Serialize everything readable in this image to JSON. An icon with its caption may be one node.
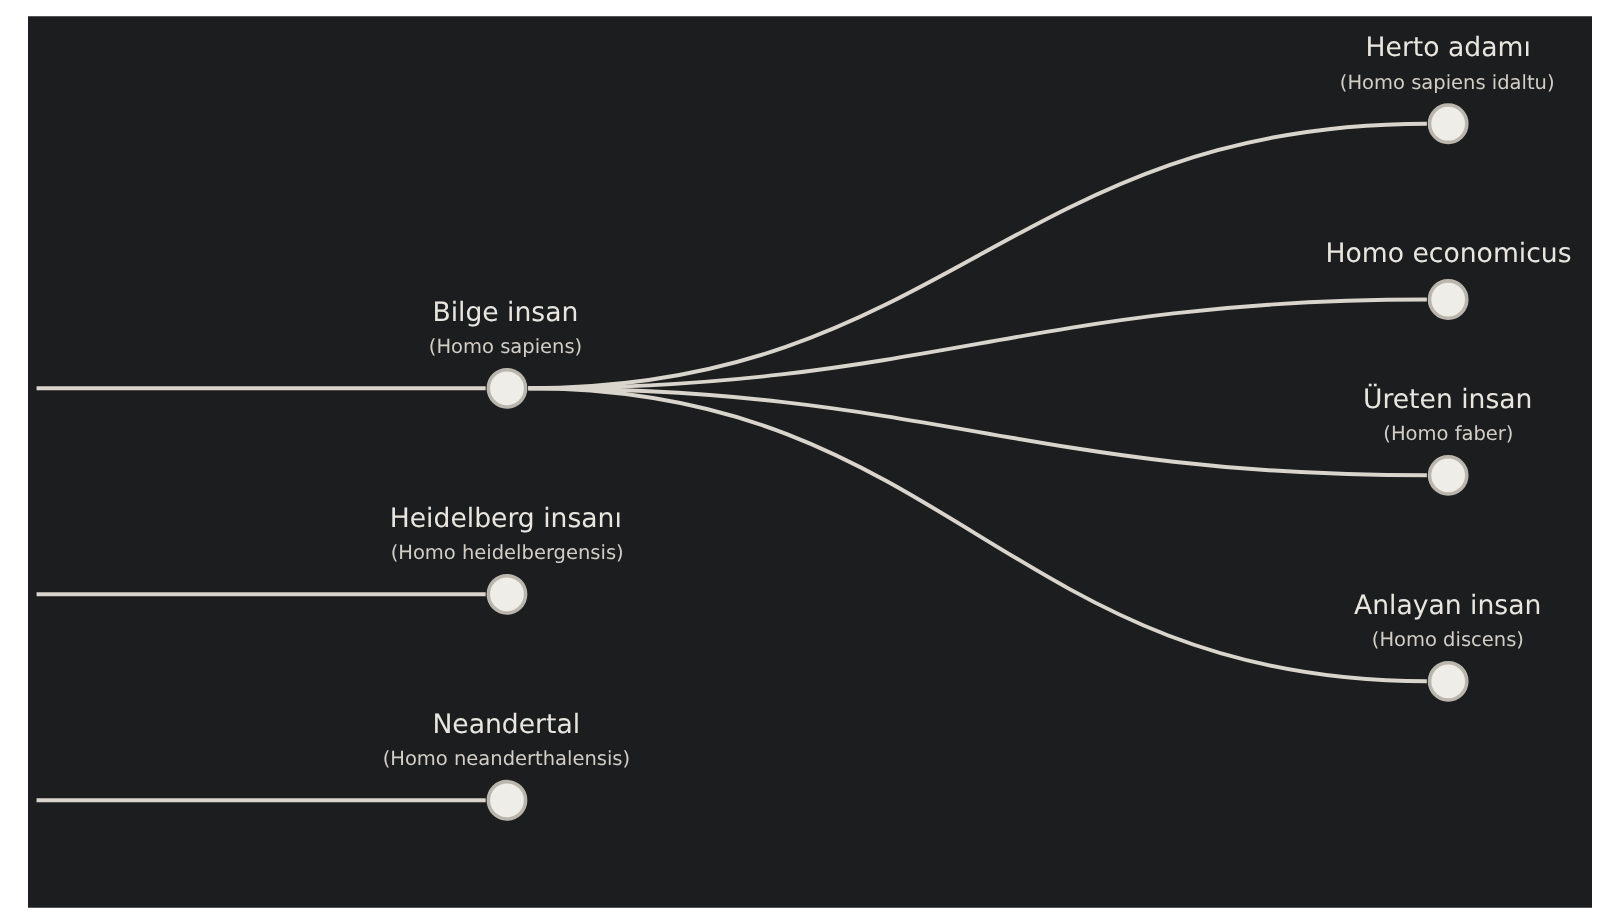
{
  "diagram": {
    "nodes": [
      {
        "text": [
          "Bilge insan",
          "(Homo sapiens)"
        ]
      },
      {
        "text": [
          "Heidelberg insanı",
          "(Homo heidelbergensis)"
        ]
      },
      {
        "text": [
          "Neandertal",
          "(Homo neanderthalensis)"
        ]
      },
      {
        "text": [
          "Herto adamı",
          "(Homo sapiens idaltu)"
        ]
      },
      {
        "text": [
          "Homo economicus"
        ]
      },
      {
        "text": [
          "Üreten insan",
          "(Homo faber)"
        ]
      },
      {
        "text": [
          "Anlayan insan",
          "(Homo discens)"
        ]
      }
    ],
    "edges": [
      {
        "from": 0,
        "to": 3,
        "arrow": "none"
      },
      {
        "from": 0,
        "to": 4,
        "arrow": "none"
      },
      {
        "from": 0,
        "to": 5,
        "arrow": "none"
      },
      {
        "from": 0,
        "to": 6,
        "arrow": "none"
      },
      {
        "from": null,
        "to": 0,
        "arrow": "none"
      },
      {
        "from": null,
        "to": 1,
        "arrow": "none"
      },
      {
        "from": null,
        "to": 2,
        "arrow": "none"
      }
    ]
  }
}
